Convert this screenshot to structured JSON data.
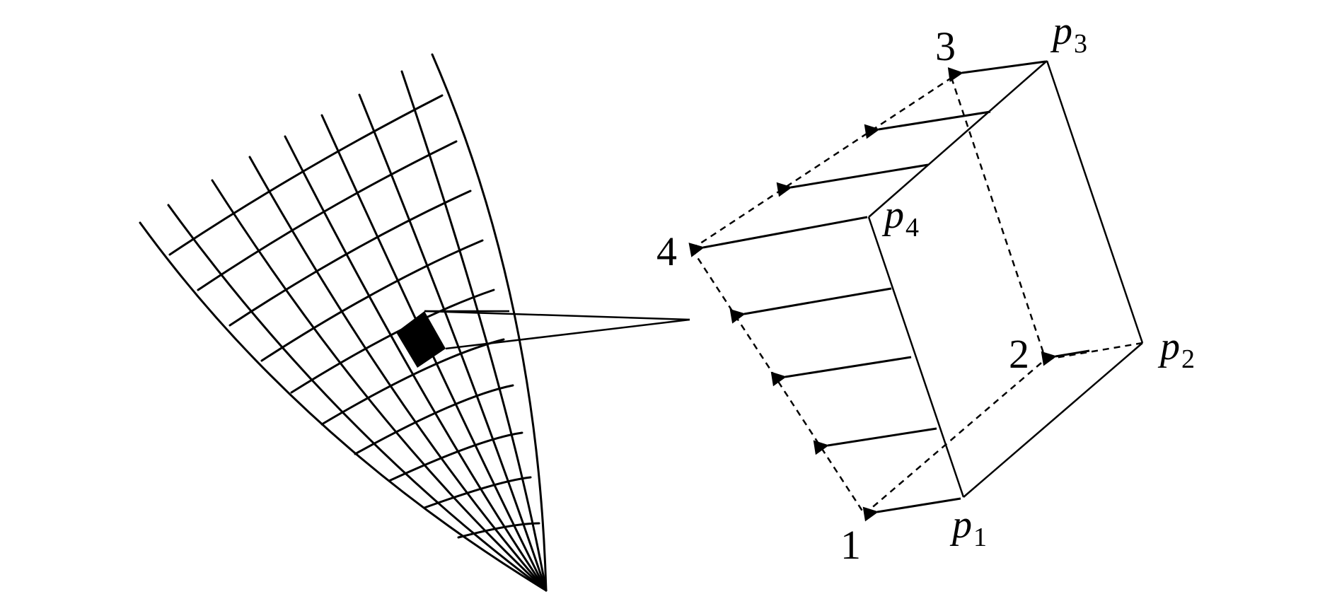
{
  "figure": {
    "mesh_description_visible": false,
    "element_corner_labels": {
      "corner_1": "1",
      "corner_2": "2",
      "corner_3": "3",
      "corner_4": "4"
    },
    "pressure_labels": [
      {
        "base": "p",
        "sub": "1"
      },
      {
        "base": "p",
        "sub": "2"
      },
      {
        "base": "p",
        "sub": "3"
      },
      {
        "base": "p",
        "sub": "4"
      }
    ],
    "colors": {
      "line": "#000000",
      "background": "#ffffff"
    }
  }
}
